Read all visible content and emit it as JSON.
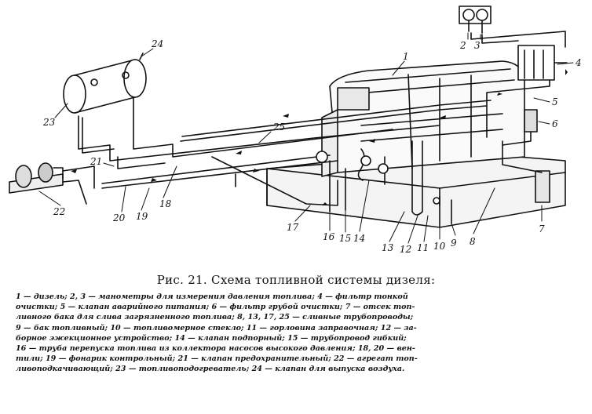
{
  "figure": {
    "labels": {
      "l1": "1",
      "l2": "2",
      "l3": "3",
      "l4": "4",
      "l5": "5",
      "l6": "6",
      "l7": "7",
      "l8": "8",
      "l9": "9",
      "l10": "10",
      "l11": "11",
      "l12": "12",
      "l13": "13",
      "l14": "14",
      "l15": "15",
      "l16": "16",
      "l17": "17",
      "l18": "18",
      "l19": "19",
      "l20": "20",
      "l21": "21",
      "l22": "22",
      "l23": "23",
      "l24": "24",
      "l25": "25"
    }
  },
  "caption": {
    "title": "Рис. 21. Схема топливной системы дизеля:",
    "lines": [
      "1 — дизель; 2, 3 — манометры для измерения давления топлива; 4 — фильтр тонкой",
      "очистки; 5 — клапан аварийного питания; 6 — фильтр грубой очистки; 7 — отсек топ-",
      "ливного бака для слива загрязненного топлива; 8, 13, 17, 25 — сливные трубопроводы;",
      "9 — бак топливный; 10 — топливомерное стекло; 11 — горловина заправочная; 12 — за-",
      "борное эжекционное устройство; 14 — клапан подпорный; 15 — трубопровод гибкий;",
      "16 — труба перепуска топлива из коллектора насосов высокого давления; 18, 20 — вен-",
      "тили; 19 — фонарик контрольный; 21 — клапан предохранительный; 22 — агрегат топ-",
      "ливоподкачивающий; 23 — топливоподогреватель; 24 — клапан для выпуска воздуха."
    ]
  }
}
